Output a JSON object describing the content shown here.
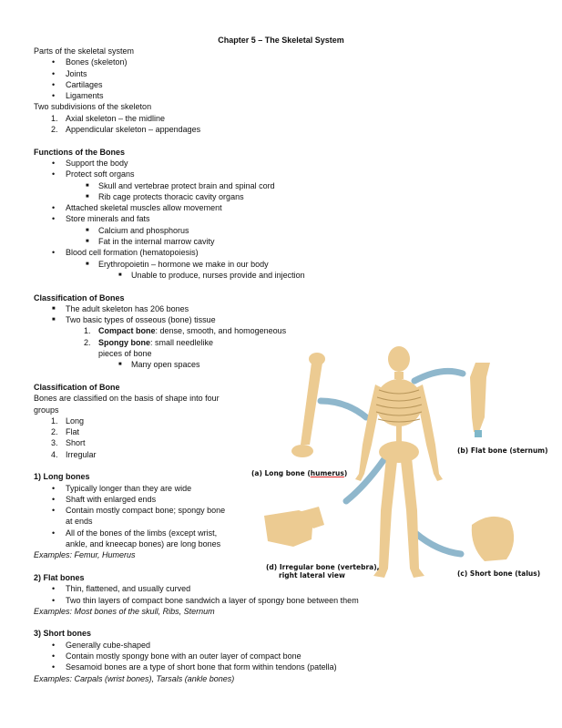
{
  "title": "Chapter 5 – The Skeletal System",
  "parts": {
    "heading": "Parts of the skeletal system",
    "items": [
      "Bones (skeleton)",
      "Joints",
      "Cartilages",
      "Ligaments"
    ]
  },
  "subdivisions": {
    "heading": "Two subdivisions of the skeleton",
    "items": [
      {
        "num": "1.",
        "text": "Axial skeleton – the midline"
      },
      {
        "num": "2.",
        "text": "Appendicular skeleton – appendages"
      }
    ]
  },
  "functions": {
    "heading": "Functions of the Bones",
    "support": "Support the body",
    "protect": "Protect soft organs",
    "protect_sub": [
      "Skull and vertebrae protect brain and spinal cord",
      "Rib cage protects thoracic cavity organs"
    ],
    "attached": "Attached skeletal muscles allow movement",
    "store": "Store minerals and fats",
    "store_sub": [
      "Calcium and phosphorus",
      "Fat in the internal marrow cavity"
    ],
    "blood": "Blood cell formation (hematopoiesis)",
    "blood_sub": "Erythropoietin – hormone we make in our body",
    "blood_sub_sub": "Unable to produce, nurses provide and injection"
  },
  "classification": {
    "heading": "Classification of Bones",
    "items": [
      "The adult skeleton has 206 bones",
      "Two basic types of osseous (bone) tissue"
    ],
    "types": [
      {
        "num": "1.",
        "bold": "Compact bone",
        "text": ": dense, smooth, and homogeneous"
      },
      {
        "num": "2.",
        "bold": "Spongy bone",
        "text": ": small needlelike",
        "cont": "pieces of bone"
      }
    ],
    "types_sub": "Many open spaces"
  },
  "classification2": {
    "heading": "Classification of Bone",
    "intro1": "Bones are classified on the basis of shape into four",
    "intro2": "groups",
    "items": [
      {
        "num": "1.",
        "text": "Long"
      },
      {
        "num": "2.",
        "text": "Flat"
      },
      {
        "num": "3.",
        "text": "Short"
      },
      {
        "num": "4.",
        "text": "Irregular"
      }
    ]
  },
  "long": {
    "heading": "1) Long bones",
    "items": [
      "Typically longer than they are wide",
      "Shaft with enlarged ends"
    ],
    "compact1": "Contain mostly compact bone; spongy bone",
    "compact2": "at ends",
    "limbs1": "All of the bones of the limbs (except wrist,",
    "limbs2": "ankle, and kneecap bones) are long bones",
    "examples": "Examples: Femur, Humerus"
  },
  "flat": {
    "heading": "2) Flat bones",
    "items": [
      "Thin, flattened, and usually curved",
      "Two thin layers of compact bone sandwich a layer of spongy bone between them"
    ],
    "examples": "Examples: Most bones of the skull, Ribs, Sternum"
  },
  "short": {
    "heading": "3) Short bones",
    "items": [
      "Generally cube-shaped",
      "Contain mostly spongy bone with an outer layer of compact bone",
      "Sesamoid bones are a type of short bone that form within tendons (patella)"
    ],
    "examples": "Examples: Carpals (wrist bones), Tarsals (ankle bones)"
  },
  "figure": {
    "cap_long_pre": "(a) Long bone (",
    "cap_long_term": "humerus",
    "cap_long_post": ")",
    "cap_flat": "(b) Flat bone (sternum)",
    "cap_irregular1": "(d) Irregular bone (vertebra),",
    "cap_irregular2": "right lateral view",
    "cap_short": "(c) Short bone (talus)",
    "bone_color": "#eccb92",
    "arrow_color": "#8fb7cc"
  },
  "bullet_glyph": "•",
  "square_glyph": "■"
}
